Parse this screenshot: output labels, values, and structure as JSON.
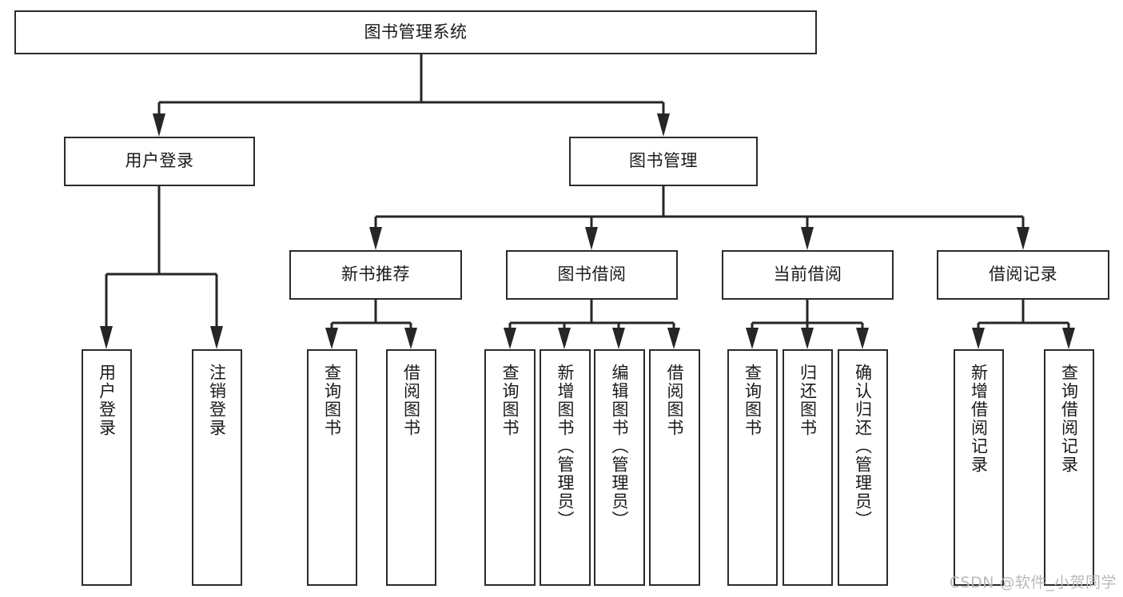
{
  "diagram": {
    "title": "图书管理系统",
    "type": "hierarchy-tree",
    "watermark": "CSDN @软件_小贺同学",
    "colors": {
      "box_border": "#2b2b2b",
      "box_fill": "#ffffff",
      "connector": "#262626",
      "text": "#1a1a1a",
      "watermark": "#b9b9b9",
      "background": "#ffffff"
    },
    "nodes": {
      "root": {
        "label": "图书管理系统"
      },
      "level2": [
        {
          "label": "用户登录"
        },
        {
          "label": "图书管理"
        }
      ],
      "level3": [
        {
          "label": "新书推荐"
        },
        {
          "label": "图书借阅"
        },
        {
          "label": "当前借阅"
        },
        {
          "label": "借阅记录"
        }
      ],
      "leaves": {
        "user_login": [
          {
            "label": "用户登录"
          },
          {
            "label": "注销登录"
          }
        ],
        "new_book": [
          {
            "label": "查询图书"
          },
          {
            "label": "借阅图书"
          }
        ],
        "book_borrow": [
          {
            "label": "查询图书"
          },
          {
            "label": "新增图书（管理员）"
          },
          {
            "label": "编辑图书（管理员）"
          },
          {
            "label": "借阅图书"
          }
        ],
        "current_borrow": [
          {
            "label": "查询图书"
          },
          {
            "label": "归还图书"
          },
          {
            "label": "确认归还（管理员）"
          }
        ],
        "borrow_record": [
          {
            "label": "新增借阅记录"
          },
          {
            "label": "查询借阅记录"
          }
        ]
      }
    }
  }
}
